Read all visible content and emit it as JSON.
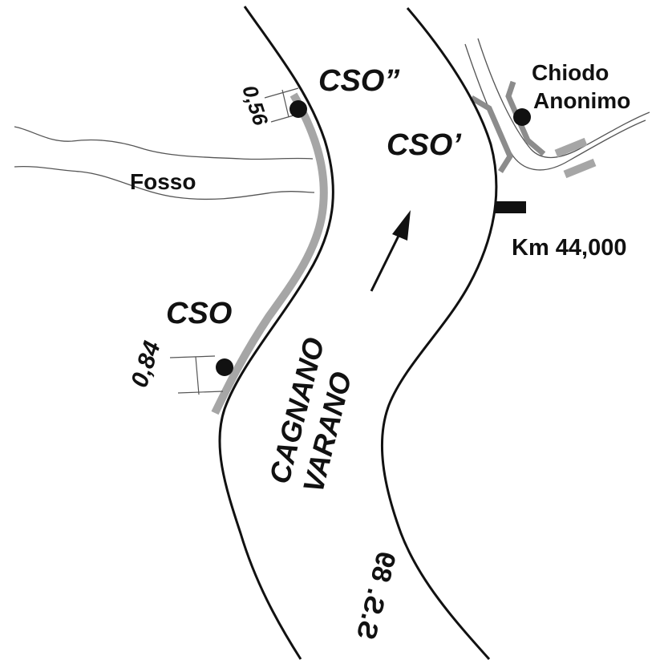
{
  "labels": {
    "cso_upper": "CSO”",
    "cso_right": "CSO’",
    "cso_lower": "CSO",
    "chiodo_line1": "Chiodo",
    "chiodo_line2": "Anonimo",
    "fosso": "Fosso",
    "km": "Km 44,000",
    "town_line1": "CAGNANO",
    "town_line2": "VARANO",
    "road": "S.S. 89",
    "dim_upper": "0,56",
    "dim_lower": "0,84"
  },
  "colors": {
    "ink": "#111111",
    "guardrail": "#a6a6a6",
    "side_road_marks": "#8c8c8c",
    "background": "#ffffff"
  }
}
